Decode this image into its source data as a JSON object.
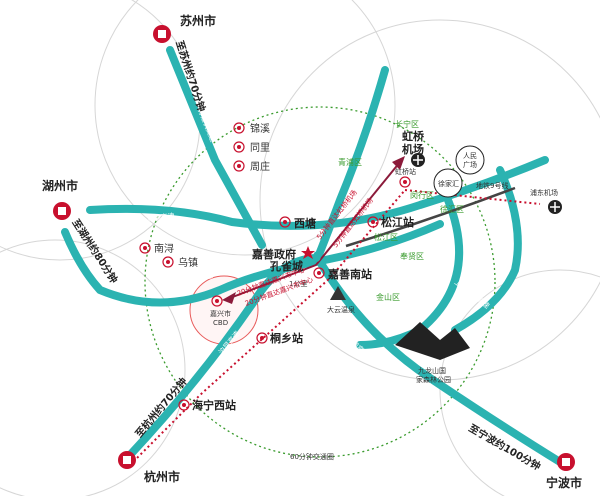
{
  "colors": {
    "road": "#2bb3b1",
    "green": "#3a9b2e",
    "red": "#c8102e",
    "maroon": "#8b1a3a",
    "ring": "#d6d6d6"
  },
  "cities": {
    "suzhou": "苏州市",
    "huzhou": "湖州市",
    "hangzhou": "杭州市",
    "ningbo": "宁波市"
  },
  "towns": {
    "jinxi": "锦溪",
    "tongli": "同里",
    "zhouzhuang": "周庄",
    "xitang": "西塘",
    "nanxun": "南浔",
    "wuzhen": "乌镇",
    "tongxiang": "桐乡站",
    "haining": "海宁西站",
    "songjiang": "松江站",
    "jiashan_south": "嘉善南站",
    "jiashan_gov": "嘉善政府",
    "jiaxing_cbd_1": "嘉兴市",
    "jiaxing_cbd_2": "CBD"
  },
  "hongqiao": {
    "line1": "虹桥",
    "line2": "机场",
    "station": "虹桥站"
  },
  "kong": {
    "name": "孔雀城",
    "dist": "1公里"
  },
  "spots": {
    "people_square_1": "人民",
    "people_square_2": "广场",
    "xujiahui": "徐家汇",
    "pudong": "浦东机场",
    "metro9": "地铁9号线",
    "yunquan": "大云温泉",
    "jiulong_1": "九龙山国",
    "jiulong_2": "家森林公园"
  },
  "districts": {
    "changning": "长宁区",
    "qingpu": "青浦区",
    "minhang": "闵行区",
    "xuhui": "徐汇区",
    "songjiang": "松江区",
    "fengxian": "奉贤区",
    "jinshan": "金山区"
  },
  "highways": {
    "huyu": "沪渝高速",
    "shenjiasu": "申嘉湖高速",
    "hukun": "沪昆高速",
    "huhang": "沪杭高速",
    "suzhou_jiahang": "苏嘉杭高速",
    "hangpu": "杭浦高速",
    "shanghai_ring": "上海绕城高速"
  },
  "times": {
    "to_suzhou": "至苏州约70分钟",
    "to_huzhou": "至湖州约80分钟",
    "to_hangzhou": "至杭州约70分钟",
    "to_ningbo": "至宁波约100分钟",
    "to_hongqiao": "5分钟直达虹桥机场",
    "to_cbd": "20分钟直达嘉兴市中心",
    "to_cbd2": "20分钟直达嘉兴市中心",
    "to_hongqiao2": "5分钟直达虹桥机场",
    "ring": "60分钟交通圈"
  }
}
